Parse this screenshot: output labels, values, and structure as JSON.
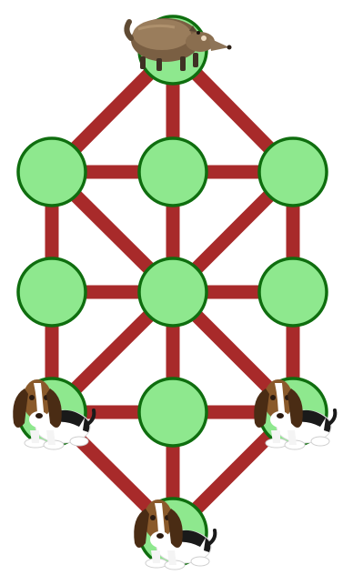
{
  "colors": {
    "edge": "#a82a2a",
    "node_fill": "#8ee88e",
    "node_stroke": "#0f6e0f",
    "background": "#ffffff"
  },
  "board": {
    "nodes": [
      {
        "id": "top"
      },
      {
        "id": "row1-left"
      },
      {
        "id": "row1-center"
      },
      {
        "id": "row1-right"
      },
      {
        "id": "row2-left"
      },
      {
        "id": "row2-center"
      },
      {
        "id": "row2-right"
      },
      {
        "id": "row3-left"
      },
      {
        "id": "row3-center"
      },
      {
        "id": "row3-right"
      },
      {
        "id": "bottom"
      }
    ],
    "edges": [
      [
        "top",
        "row1-left"
      ],
      [
        "top",
        "row1-center"
      ],
      [
        "top",
        "row1-right"
      ],
      [
        "row1-left",
        "row1-center"
      ],
      [
        "row1-center",
        "row1-right"
      ],
      [
        "row1-left",
        "row2-left"
      ],
      [
        "row1-center",
        "row2-center"
      ],
      [
        "row1-right",
        "row2-right"
      ],
      [
        "row1-left",
        "row2-center"
      ],
      [
        "row1-right",
        "row2-center"
      ],
      [
        "row2-left",
        "row2-center"
      ],
      [
        "row2-center",
        "row2-right"
      ],
      [
        "row2-left",
        "row3-left"
      ],
      [
        "row2-right",
        "row3-right"
      ],
      [
        "row2-center",
        "row3-center"
      ],
      [
        "row2-center",
        "row3-left"
      ],
      [
        "row2-center",
        "row3-right"
      ],
      [
        "row3-left",
        "row3-center"
      ],
      [
        "row3-center",
        "row3-right"
      ],
      [
        "row3-left",
        "bottom"
      ],
      [
        "row3-center",
        "bottom"
      ],
      [
        "row3-right",
        "bottom"
      ]
    ],
    "pieces": [
      {
        "node": "top",
        "kind": "opossum-icon"
      },
      {
        "node": "row3-left",
        "kind": "hound-dog-icon"
      },
      {
        "node": "row3-right",
        "kind": "hound-dog-icon"
      },
      {
        "node": "bottom",
        "kind": "hound-dog-icon"
      }
    ]
  }
}
